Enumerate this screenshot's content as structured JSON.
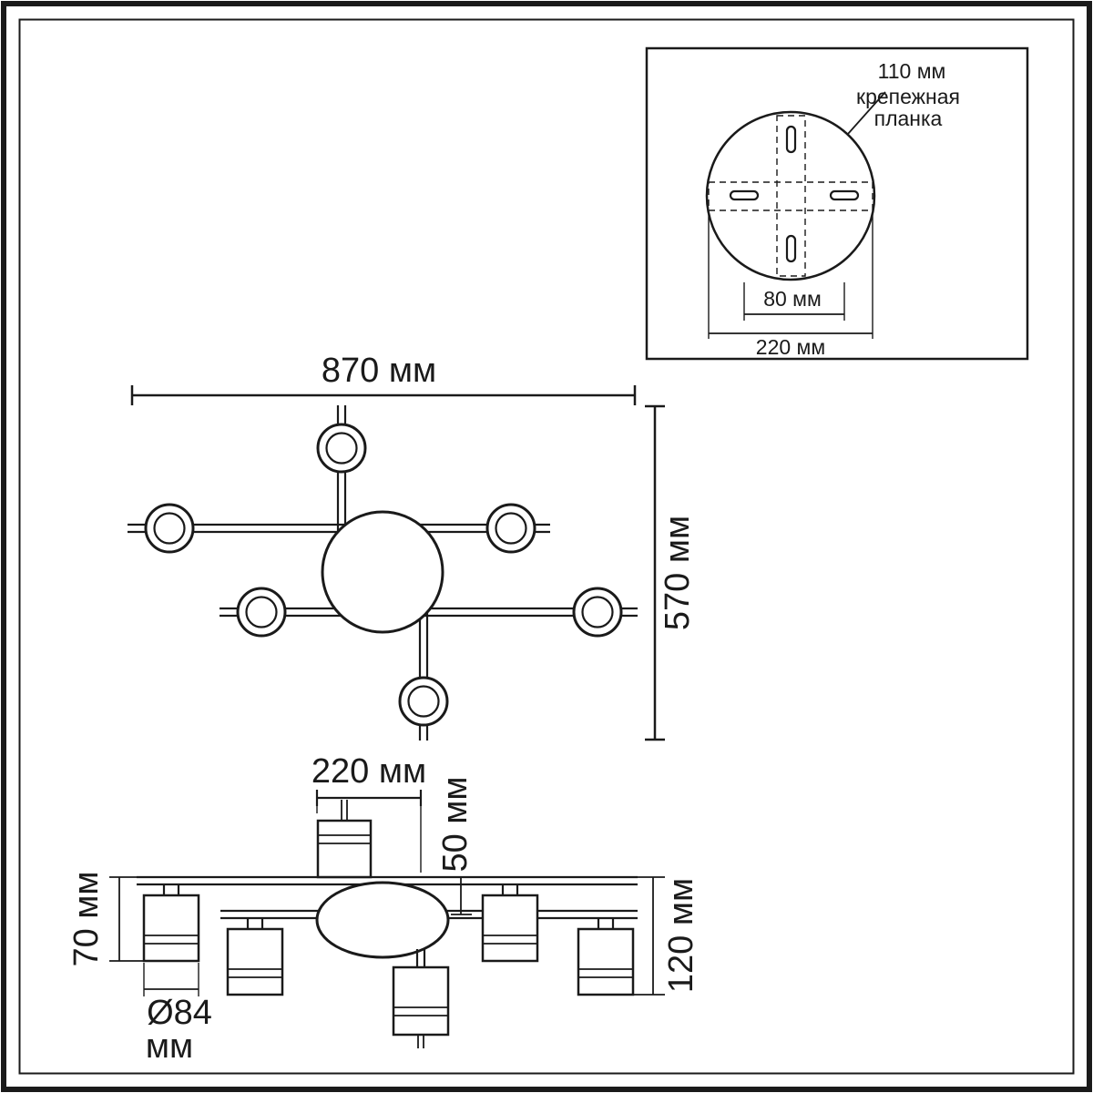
{
  "background": "#ffffff",
  "ink_color": "#1a1a1a",
  "mounting_inset": {
    "dim_110": "110 мм",
    "bracket_line1": "крепежная",
    "bracket_line2": "планка",
    "dim_80": "80 мм",
    "dim_220": "220 мм"
  },
  "top_view": {
    "dim_width": "870 мм",
    "dim_height": "570 мм"
  },
  "side_view": {
    "dim_span": "220 мм",
    "dim_offset": "50 мм",
    "dim_head_height": "70 мм",
    "dim_diameter": "Ø84",
    "dim_diameter_unit": "мм",
    "dim_total_height": "120 мм"
  }
}
